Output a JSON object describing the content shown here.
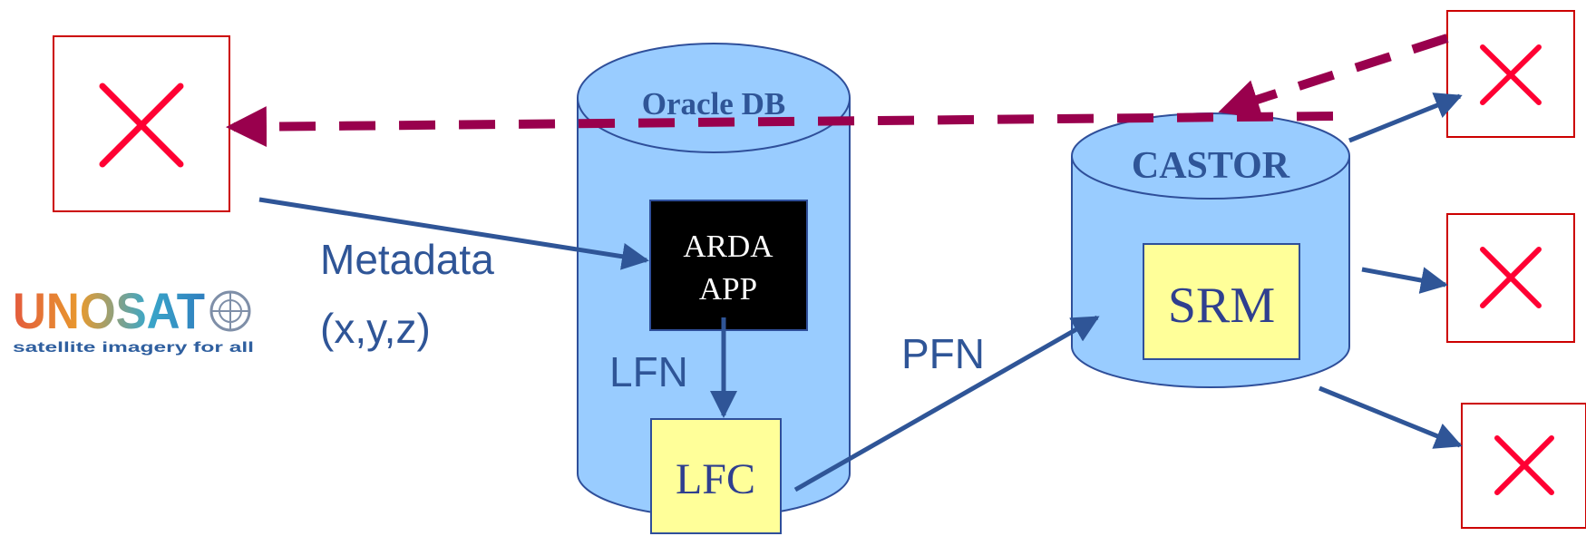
{
  "colors": {
    "cylinder_fill": "#99ccff",
    "cylinder_stroke": "#2f4f9a",
    "box_fill": "#ffff99",
    "app_fill": "#000000",
    "arrow_blue": "#2f5597",
    "arrow_dashed": "#99004d",
    "text_blue": "#2f5597",
    "x_red": "#ff0033",
    "placeholder_border": "#cc0000"
  },
  "oracle": {
    "label": "Oracle DB",
    "app_line1": "ARDA",
    "app_line2": "APP",
    "lfc_label": "LFC"
  },
  "castor": {
    "label": "CASTOR",
    "srm_label": "SRM"
  },
  "labels": {
    "metadata_line1": "Metadata",
    "metadata_line2": "(x,y,z)",
    "lfn": "LFN",
    "pfn": "PFN"
  },
  "logo": {
    "wordmark": "UNOSAT",
    "tagline": "satellite imagery for all"
  },
  "placeholders": {
    "icon": "x-icon",
    "count": 4
  }
}
